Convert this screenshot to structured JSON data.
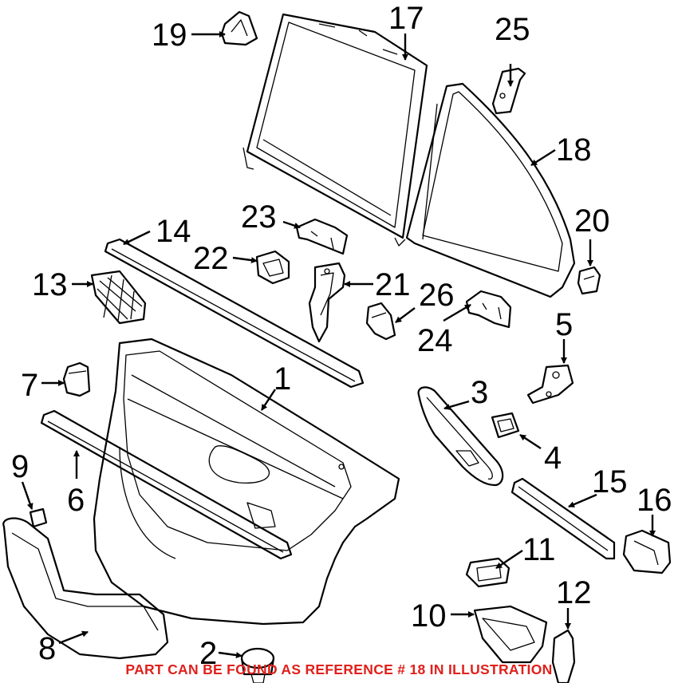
{
  "callouts": [
    "1",
    "2",
    "3",
    "4",
    "5",
    "6",
    "7",
    "8",
    "9",
    "10",
    "11",
    "12",
    "13",
    "14",
    "15",
    "16",
    "17",
    "18",
    "19",
    "20",
    "21",
    "22",
    "23",
    "24",
    "25",
    "26"
  ],
  "caption": {
    "text": "PART CAN BE FOUND AS REFERENCE # 18 IN ILLUSTRATION",
    "color": "#e0201b"
  }
}
